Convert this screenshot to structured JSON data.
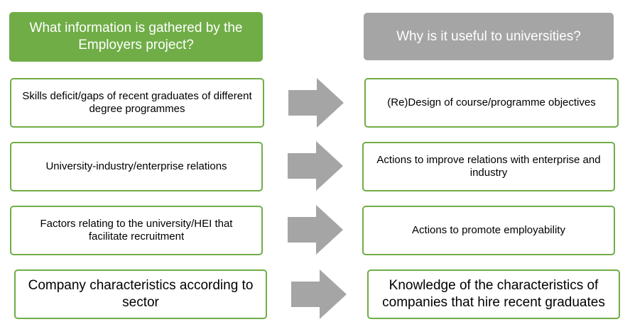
{
  "headers": {
    "left": "What information is gathered by the Employers project?",
    "right": "Why is it useful to universities?"
  },
  "rows": [
    {
      "left": "Skills deficit/gaps of recent graduates of different degree programmes",
      "right": "(Re)Design of course/programme objectives"
    },
    {
      "left": "University-industry/enterprise relations",
      "right": "Actions to improve relations with enterprise and industry"
    },
    {
      "left": "Factors relating to the university/HEI that facilitate recruitment",
      "right": "Actions to promote employability"
    },
    {
      "left": "Company characteristics according to sector",
      "right": "Knowledge of the characteristics of companies that hire recent graduates"
    }
  ],
  "colors": {
    "accent_green": "#70ad47",
    "header_gray": "#a5a5a5",
    "arrow_gray": "#a5a5a5"
  },
  "icons": {
    "arrow": "right-arrow-icon"
  }
}
